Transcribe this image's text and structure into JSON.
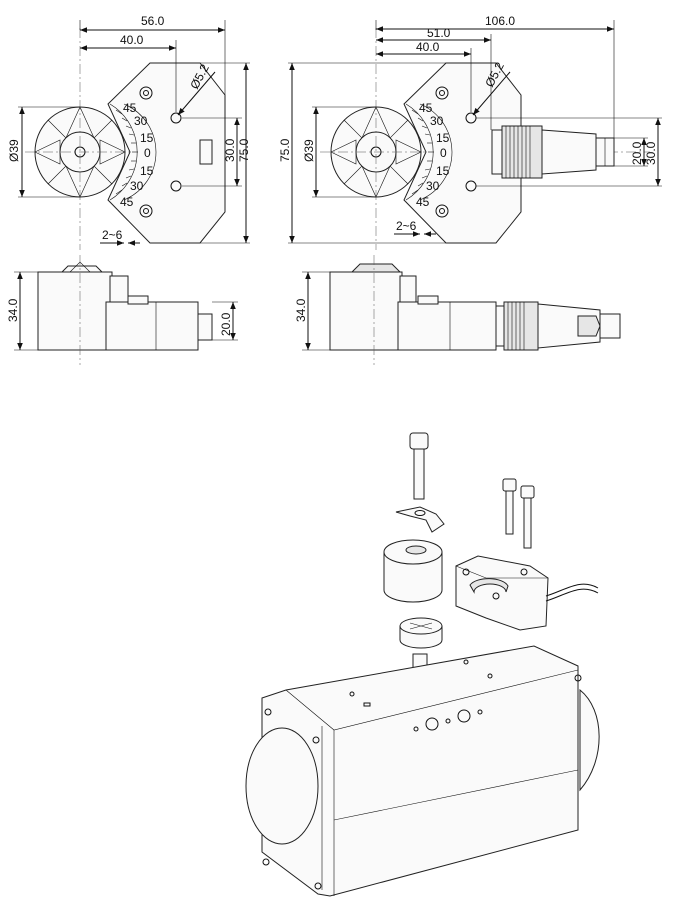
{
  "front_left": {
    "width_total": "56.0",
    "width_center": "40.0",
    "hole_dia": "Ø5.2",
    "body_dia": "Ø39",
    "height_inner": "30.0",
    "height_total": "75.0",
    "gap": "2~6",
    "scale": [
      "45",
      "30",
      "15",
      "0",
      "15",
      "30",
      "45"
    ]
  },
  "front_right": {
    "width_total": "106.0",
    "width_mid": "51.0",
    "width_center": "40.0",
    "hole_dia": "Ø5.2",
    "body_dia": "Ø39",
    "height_total": "75.0",
    "conn_height": "20.0",
    "conn_height2": "30.0",
    "gap": "2~6",
    "scale": [
      "45",
      "30",
      "15",
      "0",
      "15",
      "30",
      "45"
    ]
  },
  "side_left": {
    "height": "34.0",
    "conn_height": "20.0"
  },
  "side_right": {
    "height": "34.0"
  }
}
